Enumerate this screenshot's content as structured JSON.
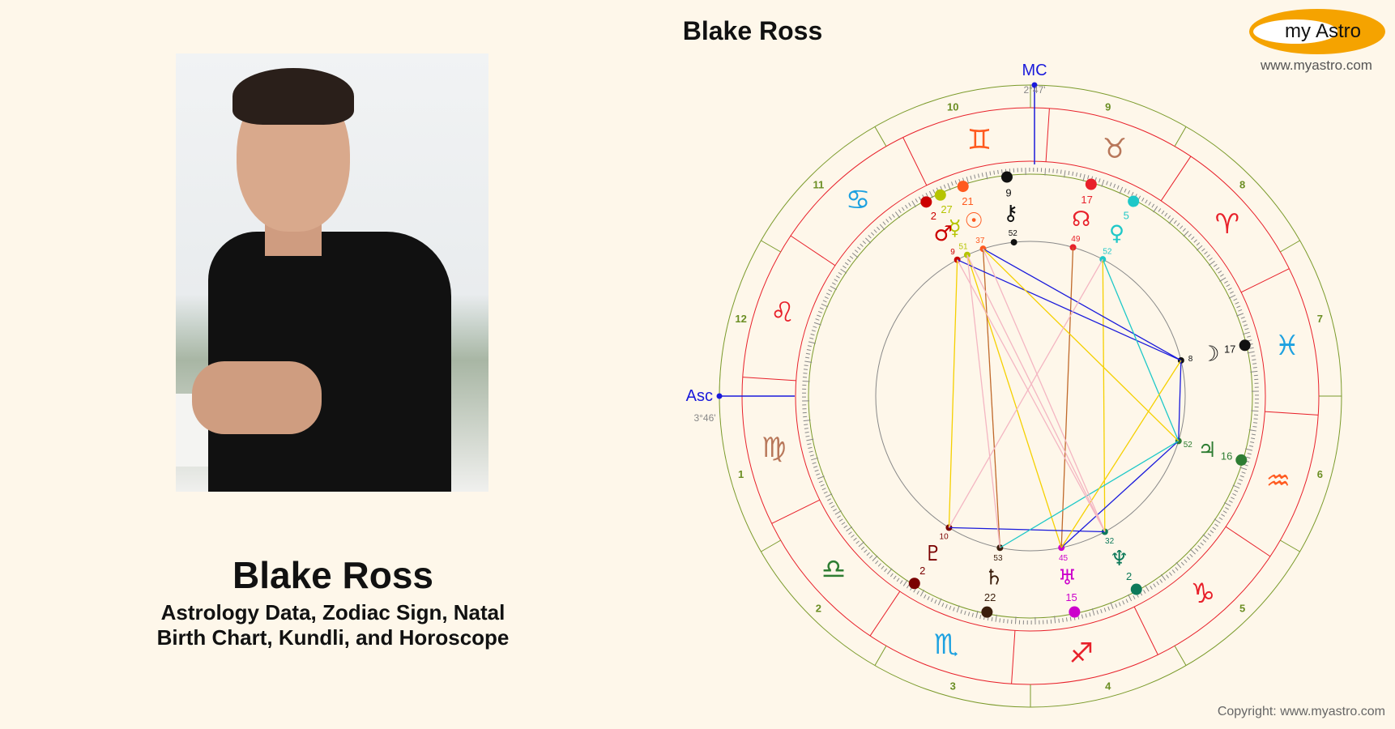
{
  "header": {
    "title": "Blake Ross"
  },
  "logo": {
    "text_my": "my",
    "text_astro": "Astro",
    "url": "www.myastro.com",
    "colors": {
      "ring": "#f5a300",
      "inner": "#ffffff"
    }
  },
  "profile": {
    "photo_alt": "Blake Ross photo",
    "name": "Blake Ross",
    "subtitle_line1": "Astrology Data, Zodiac Sign, Natal",
    "subtitle_line2": "Birth Chart, Kundli, and Horoscope"
  },
  "footer": {
    "copyright": "Copyright: www.myastro.com"
  },
  "chart_data": {
    "type": "natal-wheel",
    "title": "Blake Ross",
    "angles": {
      "asc": {
        "label": "Asc",
        "degree": "3°46'",
        "sign": "Virgo"
      },
      "mc": {
        "label": "MC",
        "degree": "2°47'",
        "sign": "Gemini"
      }
    },
    "houses": [
      "1",
      "2",
      "3",
      "4",
      "5",
      "6",
      "7",
      "8",
      "9",
      "10",
      "11",
      "12"
    ],
    "signs": [
      {
        "name": "Virgo",
        "glyph": "♍",
        "color": "#b8775a"
      },
      {
        "name": "Libra",
        "glyph": "♎",
        "color": "#2e7d32"
      },
      {
        "name": "Scorpio",
        "glyph": "♏",
        "color": "#1da1e0"
      },
      {
        "name": "Sagittarius",
        "glyph": "♐",
        "color": "#e8202a"
      },
      {
        "name": "Capricorn",
        "glyph": "♑",
        "color": "#e8202a"
      },
      {
        "name": "Aquarius",
        "glyph": "♒",
        "color": "#ff5a1f"
      },
      {
        "name": "Pisces",
        "glyph": "♓",
        "color": "#1da1e0"
      },
      {
        "name": "Aries",
        "glyph": "♈",
        "color": "#e8202a"
      },
      {
        "name": "Taurus",
        "glyph": "♉",
        "color": "#b8775a"
      },
      {
        "name": "Gemini",
        "glyph": "♊",
        "color": "#ff5a1f"
      },
      {
        "name": "Cancer",
        "glyph": "♋",
        "color": "#1da1e0"
      },
      {
        "name": "Leo",
        "glyph": "♌",
        "color": "#e8202a"
      }
    ],
    "planets": [
      {
        "name": "Sun",
        "glyph": "☉",
        "deg": "21",
        "min": "37",
        "color": "#ff5a1f"
      },
      {
        "name": "Moon",
        "glyph": "☽",
        "deg": "17",
        "min": "8",
        "color": "#111111"
      },
      {
        "name": "Mercury",
        "glyph": "☿",
        "deg": "27",
        "min": "51",
        "color": "#b5c400"
      },
      {
        "name": "Venus",
        "glyph": "♀",
        "deg": "5",
        "min": "52",
        "color": "#1ec8c8"
      },
      {
        "name": "Mars",
        "glyph": "♂",
        "deg": "2",
        "min": "9",
        "color": "#cc0000"
      },
      {
        "name": "Jupiter",
        "glyph": "♃",
        "deg": "16",
        "min": "52",
        "color": "#2e7d32"
      },
      {
        "name": "Saturn",
        "glyph": "♄",
        "deg": "22",
        "min": "53",
        "color": "#3b1e0c"
      },
      {
        "name": "Uranus",
        "glyph": "♅",
        "deg": "15",
        "min": "45",
        "color": "#cc00cc"
      },
      {
        "name": "Neptune",
        "glyph": "♆",
        "deg": "2",
        "min": "32",
        "color": "#0e7a5a"
      },
      {
        "name": "Pluto",
        "glyph": "♇",
        "deg": "2",
        "min": "10",
        "color": "#7a0000"
      },
      {
        "name": "Node",
        "glyph": "☊",
        "deg": "17",
        "min": "49",
        "color": "#e8202a"
      },
      {
        "name": "Chiron",
        "glyph": "⚷",
        "deg": "9",
        "min": "52",
        "color": "#111111"
      }
    ],
    "aspect_colors": {
      "trine": "#f5d000",
      "square": "#1ec8c8",
      "sextile": "#1a1adb",
      "opposition": "#f4b6c2",
      "quincunx": "#c0692a"
    }
  }
}
